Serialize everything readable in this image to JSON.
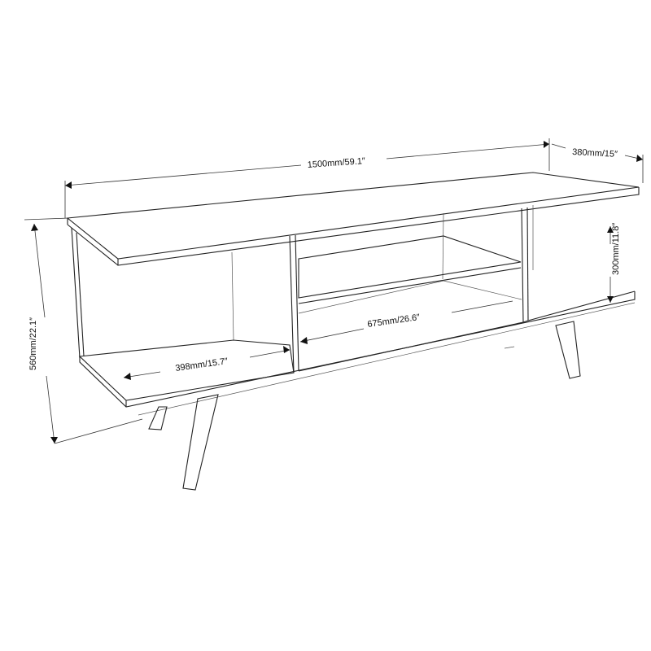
{
  "dimensions": {
    "width": "1500mm/59.1″",
    "depth": "380mm/15″",
    "height": "560mm/22.1″",
    "shelf_height": "300mm/11.8″",
    "center_width": "675mm/26.6″",
    "left_width": "398mm/15.7″"
  }
}
